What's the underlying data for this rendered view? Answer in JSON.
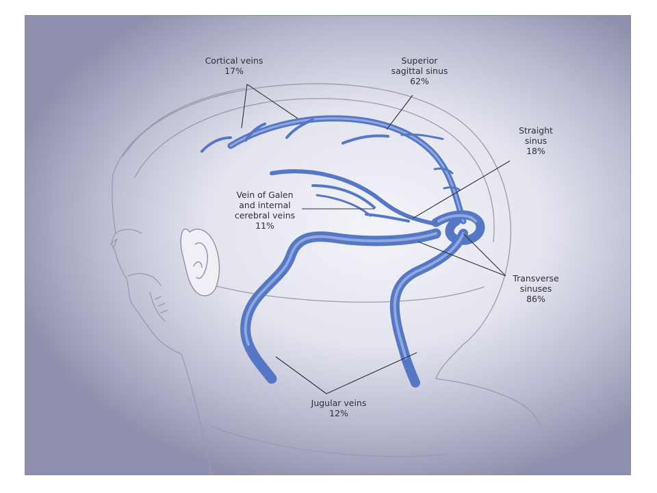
{
  "labels": {
    "cortical": {
      "name": "Cortical veins",
      "pct": "17%"
    },
    "superior": {
      "line1": "Superior",
      "line2": "sagittal sinus",
      "pct": "62%"
    },
    "straight": {
      "line1": "Straight",
      "line2": "sinus",
      "pct": "18%"
    },
    "galen": {
      "line1": "Vein of Galen",
      "line2": "and internal",
      "line3": "cerebral veins",
      "pct": "11%"
    },
    "transverse": {
      "line1": "Transverse",
      "line2": "sinuses",
      "pct": "86%"
    },
    "jugular": {
      "name": "Jugular veins",
      "pct": "12%"
    }
  },
  "colors": {
    "vein": "#5577c4",
    "vein_highlight": "#8fa8e0",
    "skin_line": "#9a9aa8",
    "leader_line": "#2e2e36",
    "background": "#e4e4ef"
  }
}
